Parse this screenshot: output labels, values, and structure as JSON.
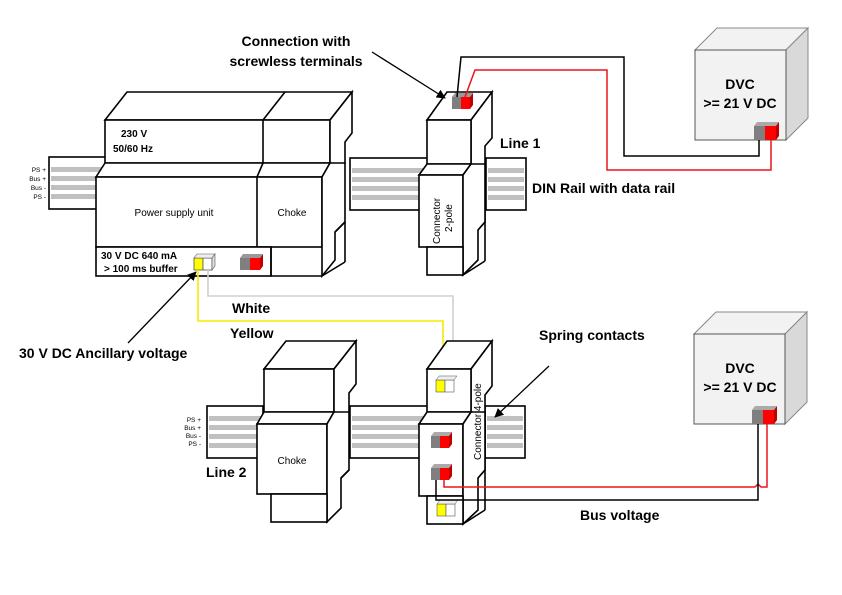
{
  "diagram": {
    "title": "DIN rail power supply wiring with Line 1 and Line 2",
    "colors": {
      "red_wire": "#e8161b",
      "black_wire": "#000000",
      "yellow_wire": "#f5ea00",
      "white_wire": "#d0d0d0",
      "terminal_gray": "#7f7f7f",
      "terminal_red": "#ff0000",
      "terminal_yellow": "#ffff00",
      "rail_stripe": "#c0c0c0",
      "dvc_face": "#f2f2f2",
      "dvc_side": "#d9d9d9"
    },
    "annotations": {
      "connection_line1": "Connection with",
      "connection_line2": "screwless terminals",
      "line1": "Line 1",
      "din_rail": "DIN Rail with data rail",
      "white": "White",
      "yellow": "Yellow",
      "ancillary": "30 V DC Ancillary voltage",
      "spring_contacts": "Spring contacts",
      "line2": "Line 2",
      "bus_voltage": "Bus voltage"
    },
    "power_supply": {
      "input_line1": "230 V",
      "input_line2": "50/60 Hz",
      "label": "Power supply unit",
      "output_line1": "30 V DC 640 mA",
      "output_line2": "> 100 ms buffer"
    },
    "choke_top": {
      "label": "Choke"
    },
    "choke_bottom": {
      "label": "Choke"
    },
    "connector_2pole": {
      "line1": "Connector",
      "line2": "2-pole"
    },
    "connector_4pole": {
      "label": "Connector 4-pole"
    },
    "rail_labels": [
      "PS +",
      "Bus +",
      "Bus -",
      "PS -"
    ],
    "dvc_top": {
      "title": "DVC",
      "voltage": ">= 21 V DC"
    },
    "dvc_bottom": {
      "title": "DVC",
      "voltage": ">= 21 V DC"
    }
  }
}
